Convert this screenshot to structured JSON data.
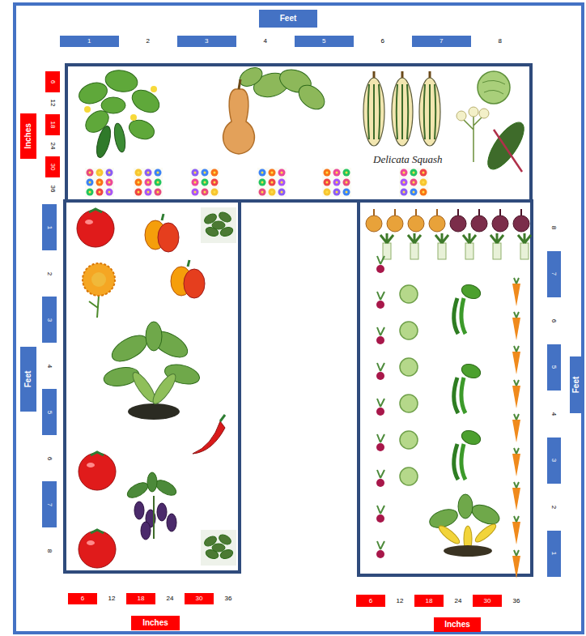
{
  "diagram": {
    "nodes": [
      {
        "text": [
          "Feet"
        ]
      },
      {
        "text": [
          "1"
        ]
      },
      {
        "text": [
          "2"
        ]
      },
      {
        "text": [
          "3"
        ]
      },
      {
        "text": [
          "4"
        ]
      },
      {
        "text": [
          "5"
        ]
      },
      {
        "text": [
          "6"
        ]
      },
      {
        "text": [
          "7"
        ]
      },
      {
        "text": [
          "8"
        ]
      },
      {
        "text": [
          "6"
        ]
      },
      {
        "text": [
          "12"
        ]
      },
      {
        "text": [
          "18"
        ]
      },
      {
        "text": [
          "24"
        ]
      },
      {
        "text": [
          "30"
        ]
      },
      {
        "text": [
          "36"
        ]
      },
      {
        "text": [
          "Inches"
        ]
      },
      {
        "text": [
          "Delicata Squash"
        ]
      },
      {
        "text": [
          "1"
        ]
      },
      {
        "text": [
          "2"
        ]
      },
      {
        "text": [
          "3"
        ]
      },
      {
        "text": [
          "4"
        ]
      },
      {
        "text": [
          "5"
        ]
      },
      {
        "text": [
          "6"
        ]
      },
      {
        "text": [
          "7"
        ]
      },
      {
        "text": [
          "8"
        ]
      },
      {
        "text": [
          "Feet"
        ]
      },
      {
        "text": [
          "8"
        ]
      },
      {
        "text": [
          "7"
        ]
      },
      {
        "text": [
          "6"
        ]
      },
      {
        "text": [
          "5"
        ]
      },
      {
        "text": [
          "4"
        ]
      },
      {
        "text": [
          "3"
        ]
      },
      {
        "text": [
          "2"
        ]
      },
      {
        "text": [
          "1"
        ]
      },
      {
        "text": [
          "Feet"
        ]
      },
      {
        "text": [
          "6"
        ]
      },
      {
        "text": [
          "12"
        ]
      },
      {
        "text": [
          "18"
        ]
      },
      {
        "text": [
          "24"
        ]
      },
      {
        "text": [
          "30"
        ]
      },
      {
        "text": [
          "36"
        ]
      },
      {
        "text": [
          "Inches"
        ]
      },
      {
        "text": [
          "6"
        ]
      },
      {
        "text": [
          "12"
        ]
      },
      {
        "text": [
          "18"
        ]
      },
      {
        "text": [
          "24"
        ]
      },
      {
        "text": [
          "30"
        ]
      },
      {
        "text": [
          "36"
        ]
      },
      {
        "text": [
          "Inches"
        ]
      }
    ]
  }
}
